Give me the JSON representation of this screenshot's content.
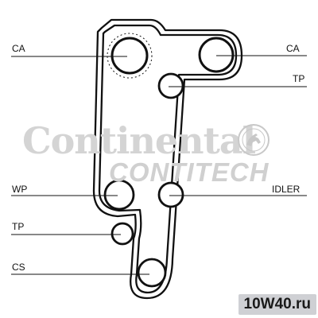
{
  "labels": {
    "ca_left": "CA",
    "ca_right": "CA",
    "tp_top": "TP",
    "wp": "WP",
    "idler": "IDLER",
    "tp_bottom": "TP",
    "cs": "CS"
  },
  "watermark": {
    "brand": "Continental",
    "sub_brand": "CONTITECH"
  },
  "site_badge": {
    "text": "10W40.ru"
  },
  "colors": {
    "line": "#111111",
    "watermark": "#d4d4d4",
    "badge_bg": "#cfd0d4"
  }
}
